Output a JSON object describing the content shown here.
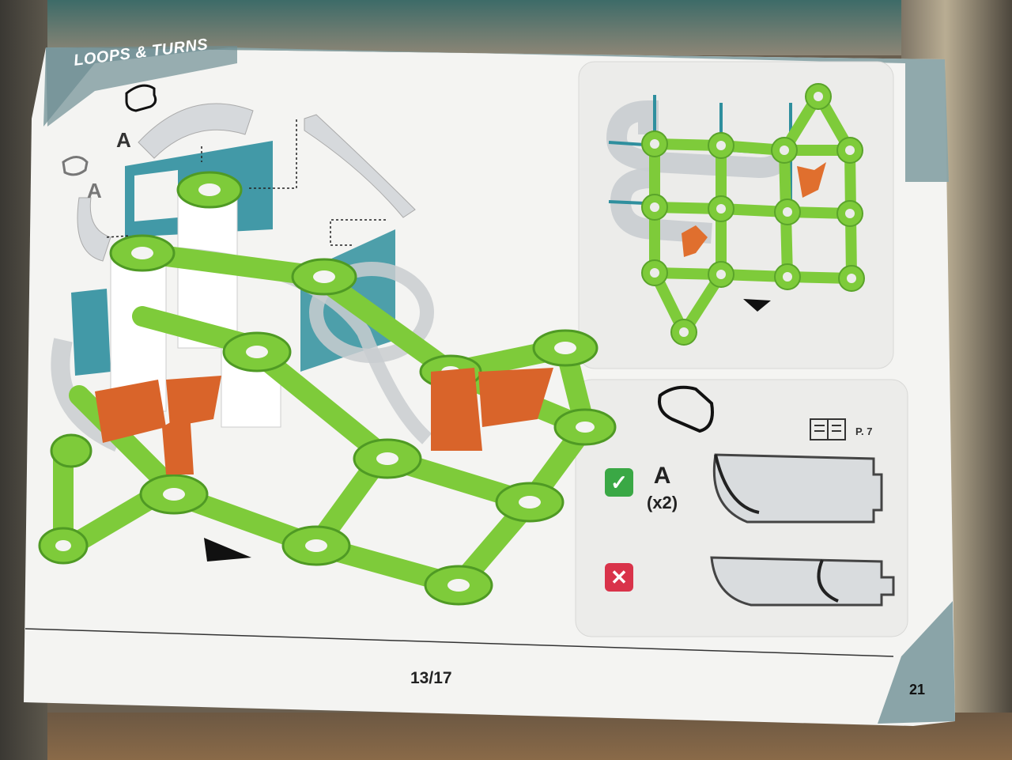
{
  "page": {
    "section_title": "LOOPS & TURNS",
    "step_counter": "13/17",
    "page_number": "21"
  },
  "assembly": {
    "part_label_top": "A",
    "part_label_left": "A"
  },
  "piece_check": {
    "reference": "P. 7",
    "part_label": "A",
    "quantity": "(x2)",
    "correct_icon": "check-icon",
    "wrong_icon": "cross-icon"
  },
  "colors": {
    "page": "#f4f4f2",
    "header_band": "#7f9ea3",
    "green": "#7ecb3a",
    "teal": "#2f8f9e",
    "orange": "#d9642a",
    "check_green": "#3aa845",
    "cross_red": "#d9334a"
  }
}
